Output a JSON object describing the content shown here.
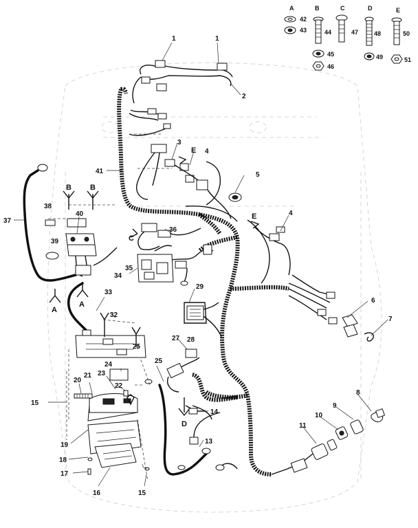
{
  "diagram": {
    "callouts": {
      "c1a": "1",
      "c1b": "1",
      "c2": "2",
      "c3": "3",
      "c4a": "4",
      "c4b": "4",
      "c5": "5",
      "c6": "6",
      "c7": "7",
      "c8": "8",
      "c9": "9",
      "c10": "10",
      "c11": "11",
      "c13": "13",
      "c14": "14",
      "c15a": "15",
      "c15b": "15",
      "c16": "16",
      "c17": "17",
      "c18": "18",
      "c19": "19",
      "c20": "20",
      "c21": "21",
      "c22": "22",
      "c23": "23",
      "c24": "24",
      "c25a": "25",
      "c25b": "25",
      "c27": "27",
      "c28": "28",
      "c29": "29",
      "c32": "32",
      "c33": "33",
      "c34": "34",
      "c35": "35",
      "c36": "36",
      "c37": "37",
      "c38": "38",
      "c39": "39",
      "c40": "40",
      "c41": "41"
    },
    "ref_letters": {
      "e_top": "E",
      "e_mid": "E",
      "b_a": "B",
      "b_b": "B",
      "c_mid": "C",
      "a_left": "A",
      "a_right": "A",
      "d_low": "D"
    },
    "hardware_key": {
      "col_a": "A",
      "col_b": "B",
      "col_c": "C",
      "col_d": "D",
      "col_e": "E",
      "p42": "42",
      "p43": "43",
      "p44": "44",
      "p45": "45",
      "p46": "46",
      "p47": "47",
      "p48": "48",
      "p49": "49",
      "p50": "50",
      "p51": "51"
    }
  }
}
